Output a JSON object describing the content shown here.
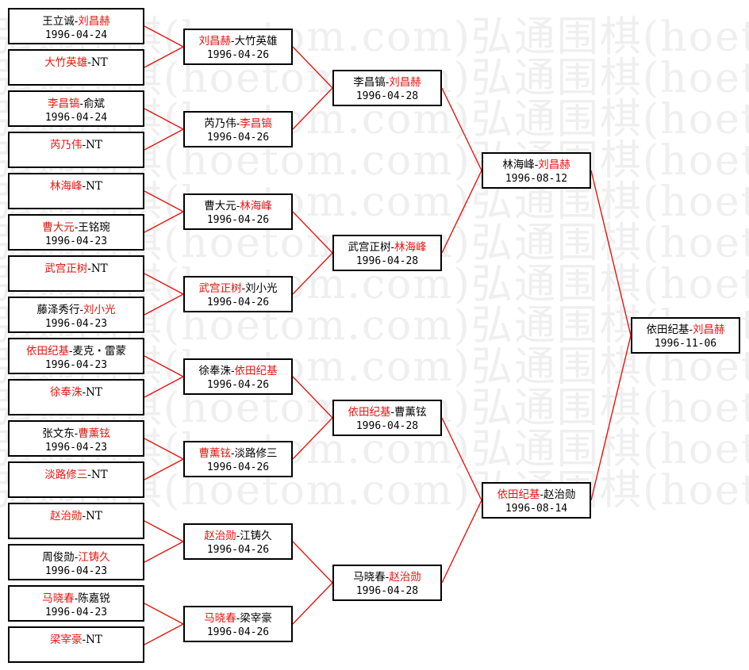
{
  "watermark": "弘通围棋(hoetom.com)弘通围棋(hoetom.com)弘通围棋(",
  "colors": {
    "winner": "#e8140f",
    "line": "#e8140f",
    "border": "#000000"
  },
  "rounds": [
    [
      {
        "p1": "王立诚",
        "p2": "刘昌赫",
        "winner": 2,
        "date": "1996-04-24"
      },
      {
        "p1": "大竹英雄",
        "p2": "NT",
        "winner": 1,
        "date": ""
      },
      {
        "p1": "李昌镐",
        "p2": "俞斌",
        "winner": 1,
        "date": "1996-04-24"
      },
      {
        "p1": "芮乃伟",
        "p2": "NT",
        "winner": 1,
        "date": ""
      },
      {
        "p1": "林海峰",
        "p2": "NT",
        "winner": 1,
        "date": ""
      },
      {
        "p1": "曹大元",
        "p2": "王铭琬",
        "winner": 1,
        "date": "1996-04-23"
      },
      {
        "p1": "武宫正树",
        "p2": "NT",
        "winner": 1,
        "date": ""
      },
      {
        "p1": "藤泽秀行",
        "p2": "刘小光",
        "winner": 2,
        "date": "1996-04-23"
      },
      {
        "p1": "依田纪基",
        "p2": "麦克・雷蒙",
        "winner": 1,
        "date": "1996-04-23"
      },
      {
        "p1": "徐奉洙",
        "p2": "NT",
        "winner": 1,
        "date": ""
      },
      {
        "p1": "张文东",
        "p2": "曹薰铉",
        "winner": 2,
        "date": "1996-04-23"
      },
      {
        "p1": "淡路修三",
        "p2": "NT",
        "winner": 1,
        "date": ""
      },
      {
        "p1": "赵治勋",
        "p2": "NT",
        "winner": 1,
        "date": ""
      },
      {
        "p1": "周俊勋",
        "p2": "江铸久",
        "winner": 2,
        "date": "1996-04-23"
      },
      {
        "p1": "马晓春",
        "p2": "陈嘉锐",
        "winner": 1,
        "date": "1996-04-23"
      },
      {
        "p1": "梁宰豪",
        "p2": "NT",
        "winner": 1,
        "date": ""
      }
    ],
    [
      {
        "p1": "刘昌赫",
        "p2": "大竹英雄",
        "winner": 1,
        "date": "1996-04-26"
      },
      {
        "p1": "芮乃伟",
        "p2": "李昌镐",
        "winner": 2,
        "date": "1996-04-26"
      },
      {
        "p1": "曹大元",
        "p2": "林海峰",
        "winner": 2,
        "date": "1996-04-26"
      },
      {
        "p1": "武宫正树",
        "p2": "刘小光",
        "winner": 1,
        "date": "1996-04-26"
      },
      {
        "p1": "徐奉洙",
        "p2": "依田纪基",
        "winner": 2,
        "date": "1996-04-26"
      },
      {
        "p1": "曹薰铉",
        "p2": "淡路修三",
        "winner": 1,
        "date": "1996-04-26"
      },
      {
        "p1": "赵治勋",
        "p2": "江铸久",
        "winner": 1,
        "date": "1996-04-26"
      },
      {
        "p1": "马晓春",
        "p2": "梁宰豪",
        "winner": 1,
        "date": "1996-04-26"
      }
    ],
    [
      {
        "p1": "李昌镐",
        "p2": "刘昌赫",
        "winner": 2,
        "date": "1996-04-28"
      },
      {
        "p1": "武宫正树",
        "p2": "林海峰",
        "winner": 2,
        "date": "1996-04-28"
      },
      {
        "p1": "依田纪基",
        "p2": "曹薰铉",
        "winner": 1,
        "date": "1996-04-28"
      },
      {
        "p1": "马晓春",
        "p2": "赵治勋",
        "winner": 2,
        "date": "1996-04-28"
      }
    ],
    [
      {
        "p1": "林海峰",
        "p2": "刘昌赫",
        "winner": 2,
        "date": "1996-08-12"
      },
      {
        "p1": "依田纪基",
        "p2": "赵治勋",
        "winner": 1,
        "date": "1996-08-14"
      }
    ],
    [
      {
        "p1": "依田纪基",
        "p2": "刘昌赫",
        "winner": 2,
        "date": "1996-11-06"
      }
    ]
  ]
}
